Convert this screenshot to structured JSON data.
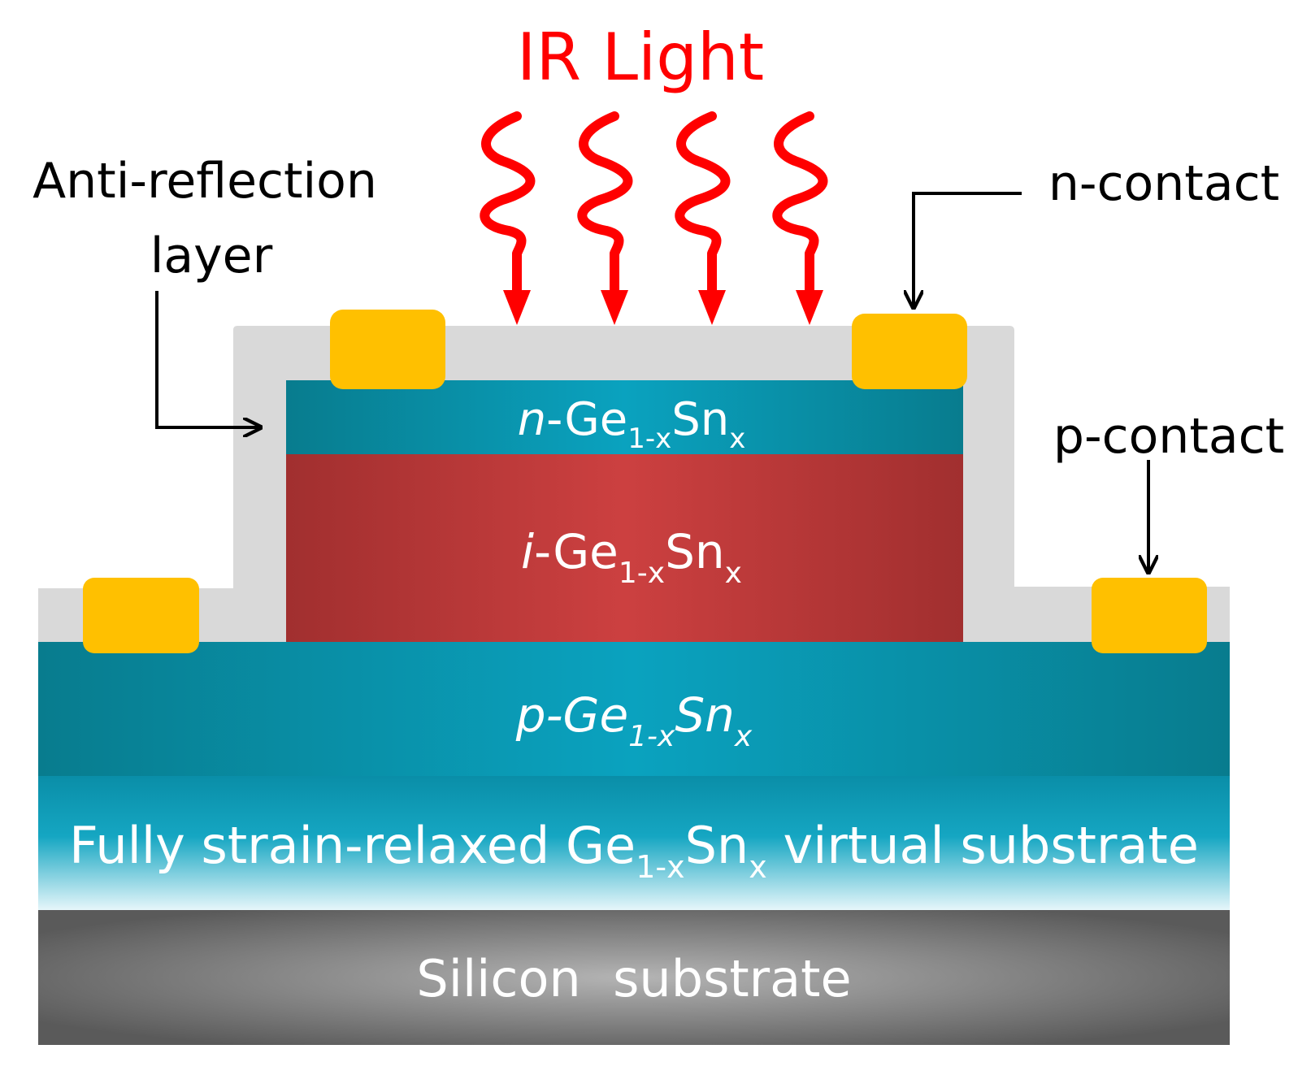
{
  "labels": {
    "ir_light": "IR Light",
    "anti_reflection_line1": "Anti-reflection",
    "anti_reflection_line2": "layer",
    "n_contact": "n-contact",
    "p_contact": "p-contact"
  },
  "layers": {
    "n_layer": {
      "prefix": "n",
      "main": "-Ge",
      "sub1": "1-x",
      "main2": "Sn",
      "sub2": "x"
    },
    "i_layer": {
      "prefix": "i",
      "main": "-Ge",
      "sub1": "1-x",
      "main2": "Sn",
      "sub2": "x"
    },
    "p_layer": {
      "prefix": "p",
      "main": "-Ge",
      "sub1": "1-x",
      "main2": "Sn",
      "sub2": "x"
    },
    "virtual_substrate": {
      "pre": "Fully strain-relaxed Ge",
      "sub1": "1-x",
      "mid": "Sn",
      "sub2": "x",
      "post": " virtual substrate"
    },
    "silicon_substrate": "Silicon  substrate"
  },
  "colors": {
    "ir": "#ff0000",
    "contact": "#ffc000",
    "arc": "#d9d9d9",
    "teal": "#0a9bb8",
    "red": "#c23c3c",
    "gray": "#8c8c8c"
  }
}
